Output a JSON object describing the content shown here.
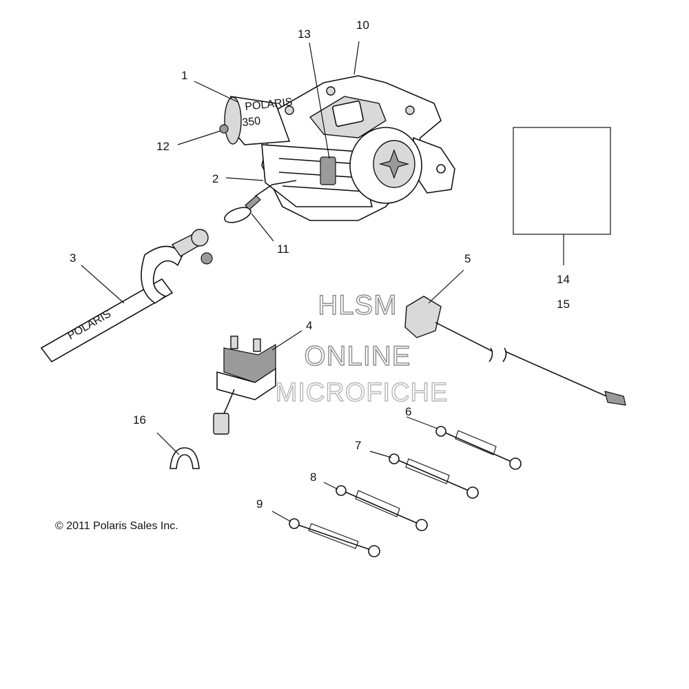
{
  "callouts": [
    {
      "id": "1",
      "label": "1"
    },
    {
      "id": "2",
      "label": "2"
    },
    {
      "id": "3",
      "label": "3"
    },
    {
      "id": "4",
      "label": "4"
    },
    {
      "id": "5",
      "label": "5"
    },
    {
      "id": "6",
      "label": "6"
    },
    {
      "id": "7",
      "label": "7"
    },
    {
      "id": "8",
      "label": "8"
    },
    {
      "id": "9",
      "label": "9"
    },
    {
      "id": "10",
      "label": "10"
    },
    {
      "id": "11",
      "label": "11"
    },
    {
      "id": "12",
      "label": "12"
    },
    {
      "id": "13",
      "label": "13"
    },
    {
      "id": "14",
      "label": "14"
    },
    {
      "id": "15",
      "label": "15"
    },
    {
      "id": "16",
      "label": "16"
    }
  ],
  "watermark": {
    "line1": "HLSM",
    "line2": "ONLINE",
    "line3": "MICROFICHE"
  },
  "copyright": "© 2011 Polaris Sales Inc.",
  "part_text": {
    "strap_brand": "POLARIS",
    "motor_brand": "POLARIS",
    "motor_model": "350"
  }
}
